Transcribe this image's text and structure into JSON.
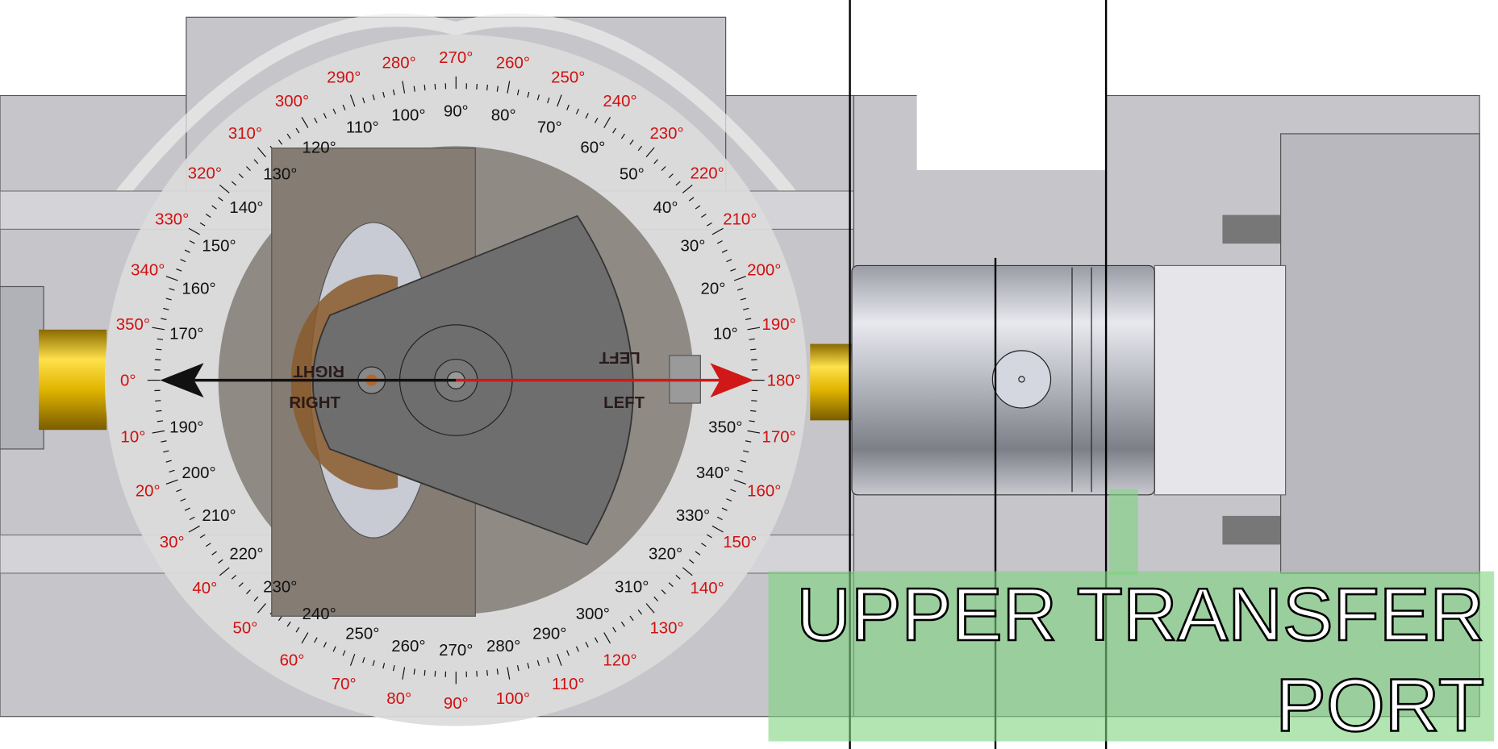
{
  "diagram": {
    "title_label": {
      "line1": "UPPER TRANSFER",
      "line2": "PORT"
    },
    "cam_labels": {
      "right": "RIGHT",
      "left": "LEFT",
      "right_mirrored": "RIGHT",
      "left_mirrored": "LEFT"
    },
    "degree_wheel": {
      "outer_scale": {
        "color": "#d01010",
        "step": 10,
        "values": [
          0,
          10,
          20,
          30,
          40,
          50,
          60,
          70,
          80,
          90,
          100,
          110,
          120,
          130,
          140,
          150,
          160,
          170,
          180,
          190,
          200,
          210,
          220,
          230,
          240,
          250,
          260,
          270,
          280,
          290,
          300,
          310,
          320,
          330,
          340,
          350
        ]
      },
      "inner_scale": {
        "color": "#111111",
        "step": 10,
        "values": [
          10,
          20,
          30,
          40,
          50,
          60,
          70,
          80,
          90,
          100,
          110,
          120,
          130,
          140,
          150,
          160,
          170,
          190,
          200,
          210,
          220,
          230,
          240,
          250,
          260,
          270,
          280,
          290,
          300,
          310,
          320,
          330,
          340,
          350
        ]
      },
      "degree_suffix": "°"
    },
    "colors": {
      "wheel": "#dcdcdc",
      "pointer_red": "#d01818",
      "pointer_black": "#111111",
      "highlight": "#7fd47f",
      "shaft": "#e0b400"
    }
  }
}
